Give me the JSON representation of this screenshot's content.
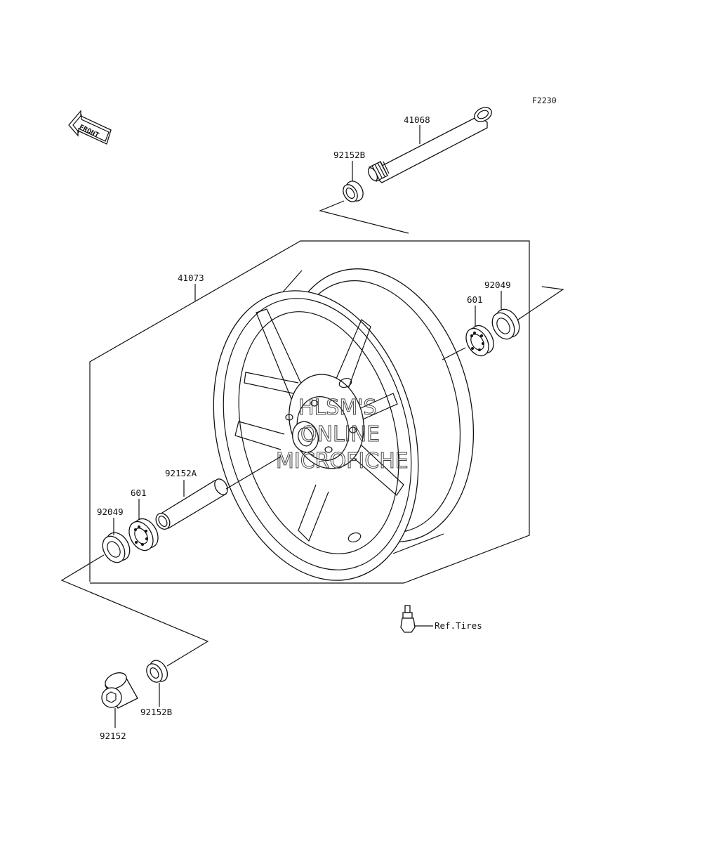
{
  "figure_code": "F2230",
  "front_label": "FRONT",
  "watermark": [
    "HLSM'S",
    "ONLINE",
    "MICROFICHE"
  ],
  "callouts": {
    "axle": "41068",
    "collar_top": "92152B",
    "wheel": "41073",
    "seal_right": "92049",
    "bearing_right": "601",
    "spacer": "92152A",
    "bearing_left": "601",
    "seal_left": "92049",
    "collar_bottom": "92152B",
    "collar_hex": "92152",
    "valve": "Ref.Tires"
  }
}
